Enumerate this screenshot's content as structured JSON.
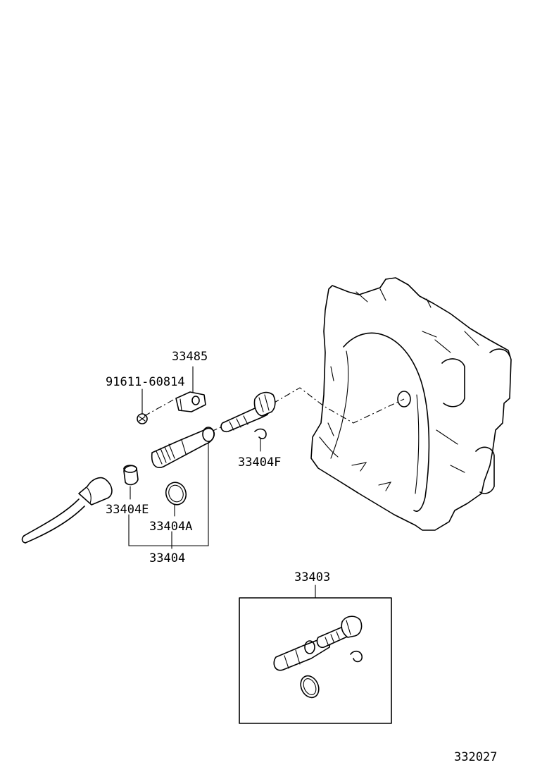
{
  "labels": {
    "part_33485": "33485",
    "part_91611": "91611-60814",
    "part_33404F": "33404F",
    "part_33404E": "33404E",
    "part_33404A": "33404A",
    "part_33404": "33404",
    "part_33403": "33403",
    "figure_number": "332027"
  }
}
